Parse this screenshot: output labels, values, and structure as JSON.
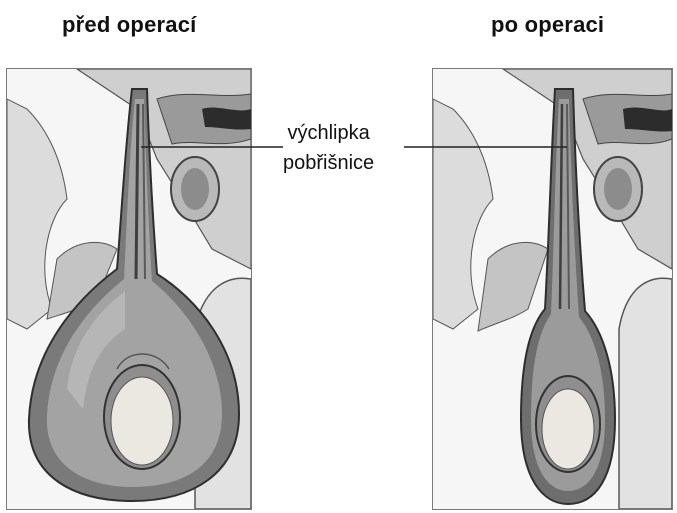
{
  "panels": {
    "before": {
      "title": "před operací"
    },
    "after": {
      "title": "po operaci"
    }
  },
  "callout": {
    "line1": "výchlipka",
    "line2": "pobřišnice"
  },
  "colors": {
    "tissue_dark": "#6f6f6f",
    "tissue_mid": "#a8a8a8",
    "tissue_light": "#d8d8d8",
    "testis": "#e9e6df",
    "outline": "#3a3a3a"
  }
}
